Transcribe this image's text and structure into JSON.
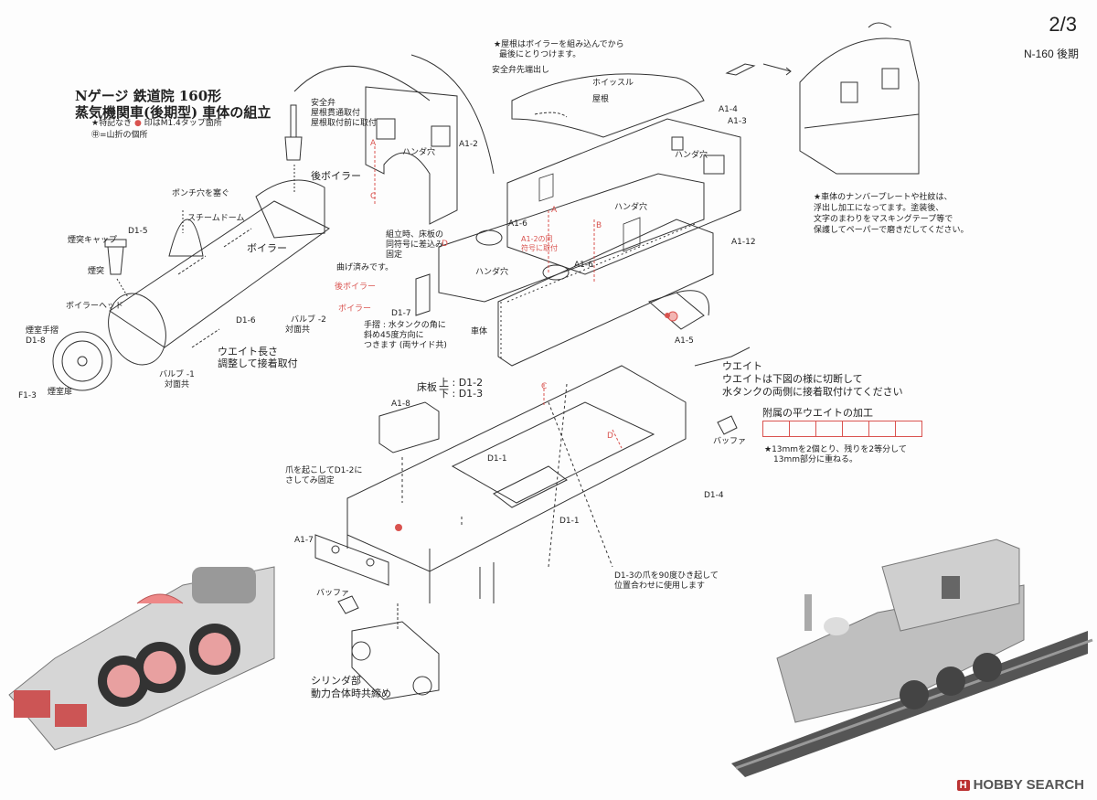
{
  "header": {
    "page": "2/3",
    "code": "N-160 後期",
    "title_line1": "Nゲージ 鉄道院 160形",
    "title_line2": "蒸気機関車(後期型) 車体の組立",
    "legend_tap_prefix": "★特記なき",
    "legend_tap_suffix": "印はM1.4タップ箇所",
    "legend_fold": "㊥=山折の個所"
  },
  "labels": {
    "safety_valve": "安全弁",
    "safety_valve_note1": "屋根貫通取付",
    "safety_valve_note2": "屋根取付前に取付",
    "rear_boiler": "後ボイラー",
    "boiler": "ボイラー",
    "ponchi_note": "ポンチ穴を塞ぐ",
    "steam_dome": "スチームドーム",
    "chimney_cap": "煙突キャップ",
    "chimney": "煙突",
    "boiler_head": "ボイラーヘッド",
    "smokebox_rail": "煙室手摺",
    "d1_8": "D1-8",
    "d1_5": "D1-5",
    "d1_6": "D1-6",
    "valve2": "バルブ -2",
    "valve2_note": "対面共",
    "valve1": "バルブ -1",
    "valve1_note": "対面共",
    "f1_3": "F1-3",
    "smokebox_door": "煙室扉",
    "weight_len1": "ウエイト長さ",
    "weight_len2": "調整して接着取付",
    "bend_note": "曲げ済みです。",
    "rear_boiler_small": "後ボイラー",
    "boiler_small": "ボイラー",
    "a1_2": "A1-2",
    "solder_hole": "ハンダ穴",
    "roof_note1": "★屋根はボイラーを組み込んでから",
    "roof_note2": "最後にとりつけます。",
    "safety_tip": "安全弁先端出し",
    "whistle": "ホイッスル",
    "roof": "屋根",
    "a1_4": "A1-4",
    "a1_3": "A1-3",
    "a1_12": "A1-12",
    "a1_6a": "A1-6",
    "a1_6b": "A1-6",
    "assembly_note1": "組立時、床板の",
    "assembly_note2": "同符号に差込み",
    "assembly_note3": "固定",
    "a1_2_note1": "A1-2の同",
    "a1_2_note2": "符号に取付",
    "d1_7": "D1-7",
    "handrail_note1": "手摺 : 水タンクの角に",
    "handrail_note2": "斜め45度方向に",
    "handrail_note3": "つきます (両サイド共)",
    "body": "車体",
    "a1_5": "A1-5",
    "weight": "ウエイト",
    "weight_note1": "ウエイトは下図の様に切断して",
    "weight_note2": "水タンクの両側に接着取付けてください",
    "floor": "床板",
    "floor_upper": "上 : D1-2",
    "floor_lower": "下 : D1-3",
    "a1_8": "A1-8",
    "d1_1a": "D1-1",
    "d1_1b": "D1-1",
    "d1_4": "D1-4",
    "buffer_r": "バッファ",
    "claw_note1": "爪を起こしてD1-2に",
    "claw_note2": "さしてみ固定",
    "a1_7": "A1-7",
    "buffer_l": "バッファ",
    "d1_3_note1": "D1-3の爪を90度ひき起して",
    "d1_3_note2": "位置合わせに使用します",
    "cyl1": "シリンダ部",
    "cyl2": "動力合体時共締め",
    "flat_weight_title": "附属の平ウエイトの加工",
    "flat_weight_note1": "★13mmを2個とり、残りを2等分して",
    "flat_weight_note2": "13mm部分に重ねる。",
    "cab_note1": "★車体のナンバープレートや社紋は、",
    "cab_note2": "浮出し加工になってます。塗装後、",
    "cab_note3": "文字のまわりをマスキングテープ等で",
    "cab_note4": "保護してペーパーで磨きだしてください。",
    "mark_a": "A",
    "mark_b": "B",
    "mark_c": "C",
    "mark_d": "D"
  },
  "watermark": {
    "logo": "H",
    "text": "HOBBY SEARCH"
  },
  "colors": {
    "accent": "#d9534f",
    "line": "#333333"
  }
}
